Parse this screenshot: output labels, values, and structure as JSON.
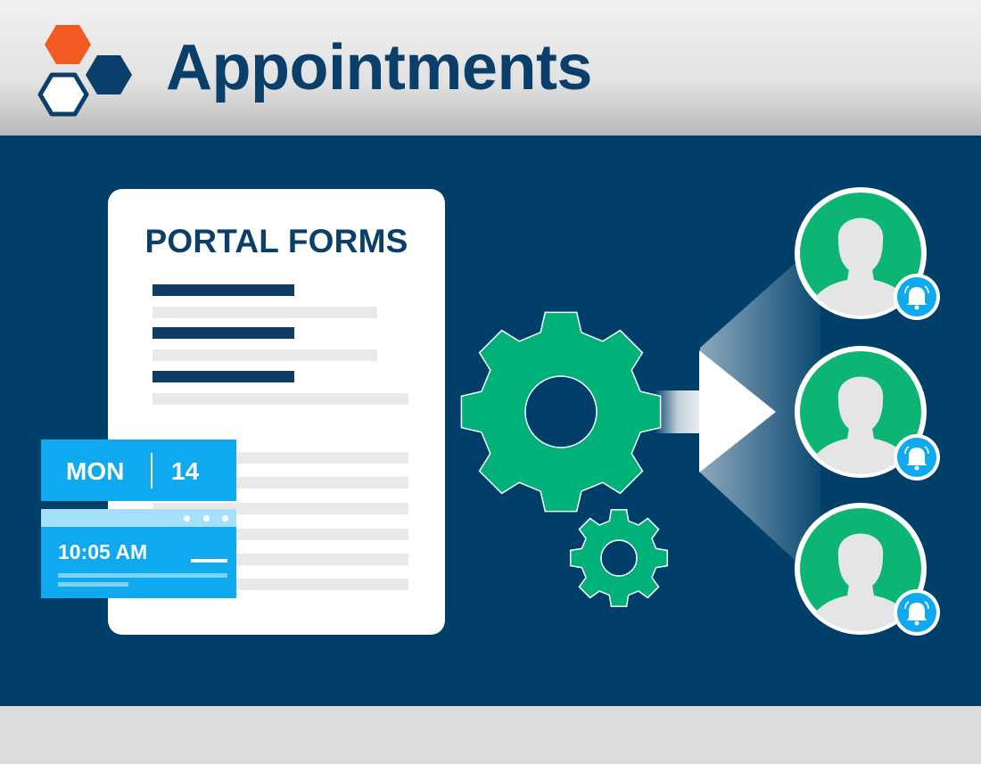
{
  "header": {
    "title": "Appointments",
    "logo_colors": {
      "top": "#f15a22",
      "right": "#0b3f6b",
      "left_outline": "#0b3f6b",
      "left_fill": "#ffffff"
    }
  },
  "form": {
    "title": "PORTAL FORMS"
  },
  "date_card": {
    "day": "MON",
    "date": "14"
  },
  "time_card": {
    "time": "10:05 AM"
  },
  "process": {
    "gear_icon": "gear-icon",
    "arrow_icon": "arrow-right-icon"
  },
  "recipients": [
    {
      "avatar": "user-avatar-icon",
      "badge": "bell-icon"
    },
    {
      "avatar": "user-avatar-icon",
      "badge": "bell-icon"
    },
    {
      "avatar": "user-avatar-icon",
      "badge": "bell-icon"
    }
  ],
  "colors": {
    "navy": "#003f6a",
    "title_navy": "#0b3f6b",
    "green": "#00b27a",
    "avatar_green": "#0cb574",
    "light_blue": "#0fa9ef",
    "person_gray": "#e3e5e6",
    "orange": "#f15a22"
  }
}
